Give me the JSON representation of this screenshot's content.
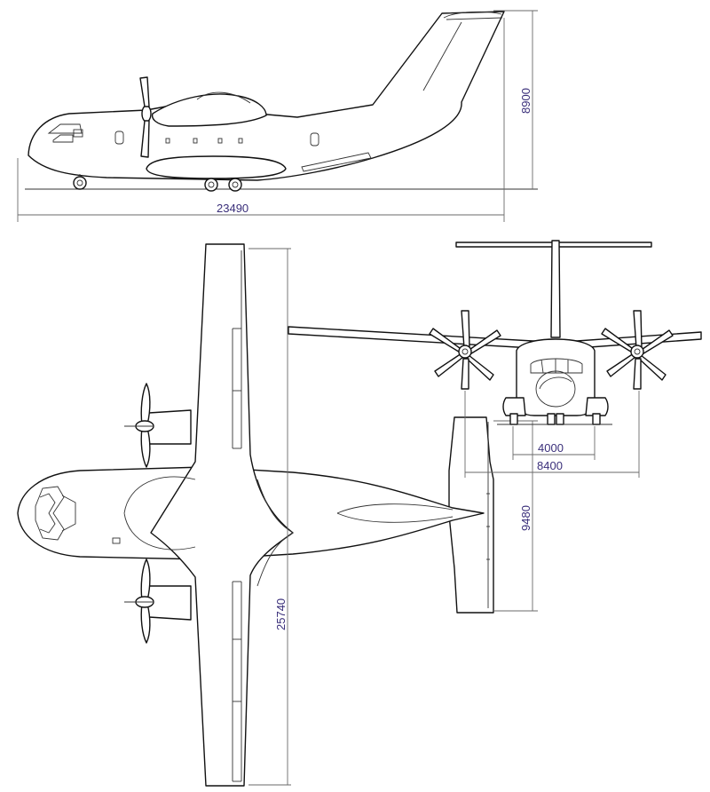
{
  "dimensions": {
    "overall_length": "23490",
    "overall_height": "8900",
    "wingspan": "25740",
    "tailplane_span": "9480",
    "main_gear_track": "4000",
    "propeller_track": "8400"
  },
  "colors": {
    "outline": "#111111",
    "dimension_line": "#6a6a6a",
    "dimension_text": "#3a2f7a"
  }
}
